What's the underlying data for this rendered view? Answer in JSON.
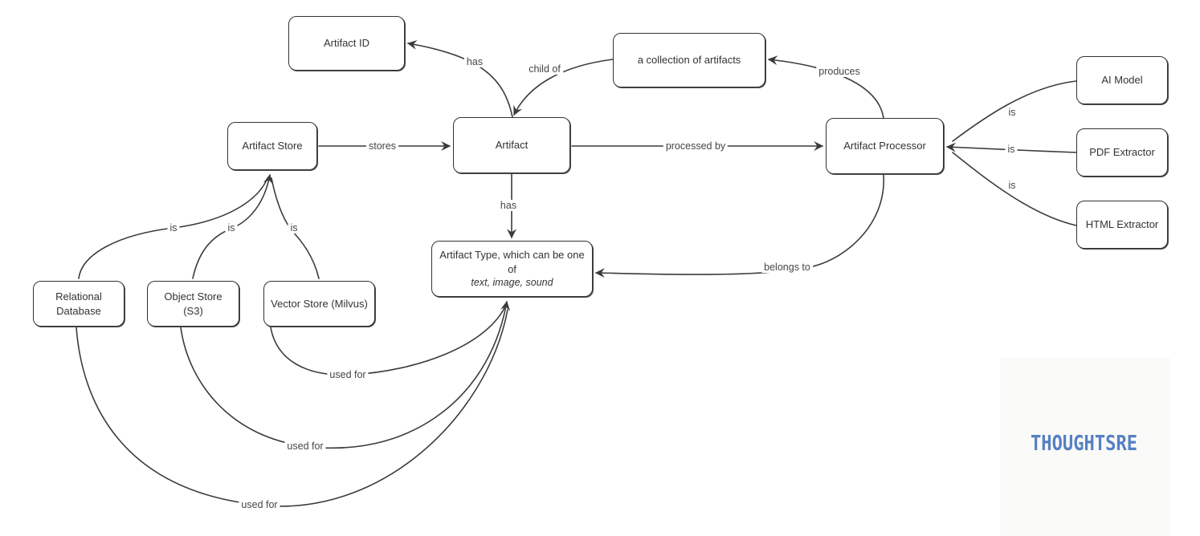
{
  "diagram": {
    "nodes": {
      "artifact_id": {
        "label": "Artifact ID"
      },
      "collection": {
        "label": "a collection of artifacts"
      },
      "artifact_store": {
        "label": "Artifact Store"
      },
      "artifact": {
        "label": "Artifact"
      },
      "artifact_processor": {
        "label": "Artifact Processor"
      },
      "ai_model": {
        "label": "AI Model"
      },
      "pdf_extractor": {
        "label": "PDF Extractor"
      },
      "html_extractor": {
        "label": "HTML Extractor"
      },
      "artifact_type": {
        "line1": "Artifact Type, which can be one of",
        "line2": "text, image, sound"
      },
      "relational_database": {
        "label": "Relational Database"
      },
      "object_store": {
        "label": "Object Store (S3)"
      },
      "vector_store": {
        "label": "Vector Store (Milvus)"
      }
    },
    "edges": [
      {
        "from": "Artifact",
        "to": "Artifact ID",
        "label": "has"
      },
      {
        "from": "a collection of artifacts",
        "to": "Artifact",
        "label": "child of"
      },
      {
        "from": "Artifact Processor",
        "to": "a collection of artifacts",
        "label": "produces"
      },
      {
        "from": "Artifact Store",
        "to": "Artifact",
        "label": "stores"
      },
      {
        "from": "Artifact",
        "to": "Artifact Processor",
        "label": "processed by"
      },
      {
        "from": "AI Model",
        "to": "Artifact Processor",
        "label": "is"
      },
      {
        "from": "PDF Extractor",
        "to": "Artifact Processor",
        "label": "is"
      },
      {
        "from": "HTML Extractor",
        "to": "Artifact Processor",
        "label": "is"
      },
      {
        "from": "Artifact",
        "to": "Artifact Type",
        "label": "has"
      },
      {
        "from": "Artifact Processor",
        "to": "Artifact Type",
        "label": "belongs to"
      },
      {
        "from": "Relational Database",
        "to": "Artifact Store",
        "label": "is"
      },
      {
        "from": "Object Store (S3)",
        "to": "Artifact Store",
        "label": "is"
      },
      {
        "from": "Vector Store (Milvus)",
        "to": "Artifact Store",
        "label": "is"
      },
      {
        "from": "Vector Store (Milvus)",
        "to": "Artifact Type",
        "label": "used for"
      },
      {
        "from": "Object Store (S3)",
        "to": "Artifact Type",
        "label": "used for"
      },
      {
        "from": "Relational Database",
        "to": "Artifact Type",
        "label": "used for"
      }
    ],
    "watermark": {
      "text": "THOUGHTSRE",
      "color": "#5580c4"
    },
    "colors": {
      "line": "#3b3b3b",
      "node_border": "#333333",
      "node_background": "#ffffff",
      "text": "#333333"
    }
  }
}
